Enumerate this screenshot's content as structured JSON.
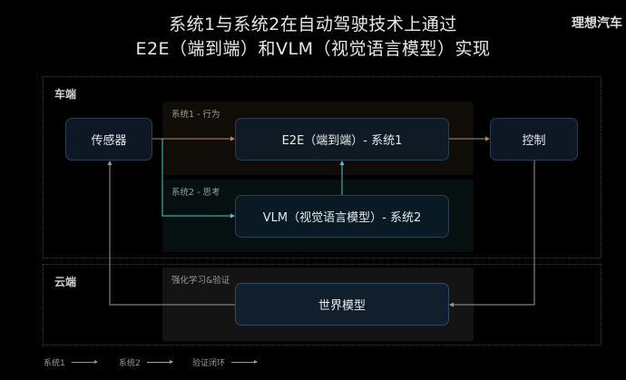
{
  "header": {
    "title_line1": "系统1与系统2在自动驾驶技术上通过",
    "title_line2": "E2E（端到端）和VLM（视觉语言模型）实现",
    "brand": "理想汽车"
  },
  "regions": {
    "vehicle": {
      "label": "车端"
    },
    "cloud": {
      "label": "云端"
    }
  },
  "panels": {
    "system1": {
      "label": "系统1 - 行为",
      "bg": "#100d09"
    },
    "system2": {
      "label": "系统2 - 思考",
      "bg": "#061011"
    },
    "rl": {
      "label": "强化学习&验证",
      "bg": "#141414"
    }
  },
  "nodes": {
    "sensor": "传感器",
    "e2e": "E2E（端到端）- 系统1",
    "control": "控制",
    "vlm": "VLM（视觉语言模型）- 系统2",
    "world_model": "世界模型"
  },
  "edges": [
    {
      "from": "sensor",
      "to": "e2e",
      "type": "system1"
    },
    {
      "from": "e2e",
      "to": "control",
      "type": "system1"
    },
    {
      "from": "sensor",
      "to": "vlm",
      "type": "system2"
    },
    {
      "from": "vlm",
      "to": "e2e",
      "type": "system2"
    },
    {
      "from": "control",
      "to": "world_model",
      "type": "verification"
    },
    {
      "from": "world_model",
      "to": "sensor",
      "type": "verification"
    }
  ],
  "legend": [
    {
      "label": "系统1",
      "color": "#b98a63"
    },
    {
      "label": "系统2",
      "color": "#4fc7c9"
    },
    {
      "label": "验证闭环",
      "color": "#9a9a9a"
    }
  ],
  "colors": {
    "system1": "#b98a63",
    "system2": "#4fc7c9",
    "verification": "#9a9a9a",
    "node_border": "#2b3e55",
    "node_bg": "#0e1824"
  }
}
